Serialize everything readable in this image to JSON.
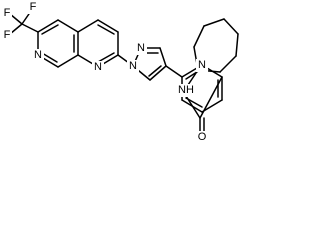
{
  "atoms": [
    {
      "name": "fluorine-1",
      "symbol": "F"
    },
    {
      "name": "fluorine-2",
      "symbol": "F"
    },
    {
      "name": "fluorine-3",
      "symbol": "F"
    },
    {
      "name": "naphthyridine-nitrogen-1",
      "symbol": "N"
    },
    {
      "name": "naphthyridine-nitrogen-2",
      "symbol": "N"
    },
    {
      "name": "pyrazole-nitrogen-1",
      "symbol": "N"
    },
    {
      "name": "pyrazole-nitrogen-2",
      "symbol": "N"
    },
    {
      "name": "pyridine-nitrogen",
      "symbol": "N"
    },
    {
      "name": "amide-nitrogen",
      "symbol": "NH"
    },
    {
      "name": "carbonyl-oxygen",
      "symbol": "O"
    }
  ]
}
